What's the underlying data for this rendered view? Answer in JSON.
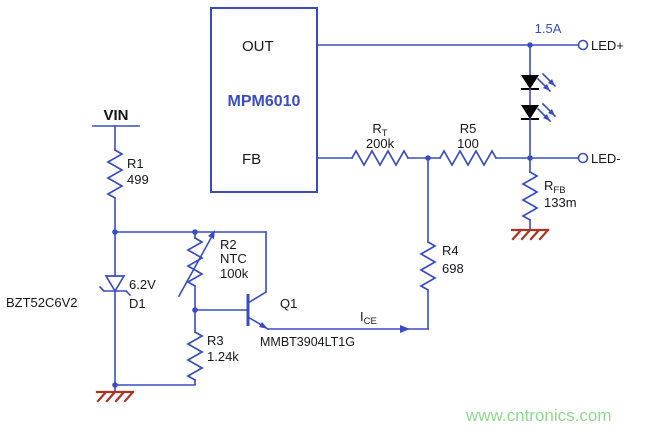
{
  "diagram": {
    "type": "circuit-schematic",
    "ic": {
      "name": "MPM6010",
      "pin_out": "OUT",
      "pin_fb": "FB"
    },
    "terminals": {
      "vin": "VIN",
      "led_plus": "LED+",
      "led_minus": "LED-"
    },
    "ratings": {
      "led_current": "1.5A"
    },
    "components": {
      "r1": {
        "name": "R1",
        "value": "499"
      },
      "r2": {
        "name": "R2",
        "kind": "NTC",
        "value": "100k"
      },
      "r3": {
        "name": "R3",
        "value": "1.24k"
      },
      "r4": {
        "name": "R4",
        "value": "698"
      },
      "r5": {
        "name": "R5",
        "value": "100"
      },
      "rt": {
        "prefix": "R",
        "sub": "T",
        "value": "200k"
      },
      "rfb": {
        "prefix": "R",
        "sub": "FB",
        "value": "133m"
      },
      "d1": {
        "part": "BZT52C6V2",
        "ref": "D1",
        "voltage": "6.2V"
      },
      "q1": {
        "ref": "Q1",
        "part": "MMBT3904LT1G"
      }
    },
    "annotations": {
      "ice_prefix": "I",
      "ice_sub": "CE"
    },
    "colors": {
      "wire": "#3a4dc0",
      "text": "#16161f",
      "ic_text": "#3a4dc0",
      "ground": "#aa3322",
      "led_fill": "#000000",
      "watermark": "#8fd98f"
    },
    "watermark": "www.cntronics.com"
  }
}
